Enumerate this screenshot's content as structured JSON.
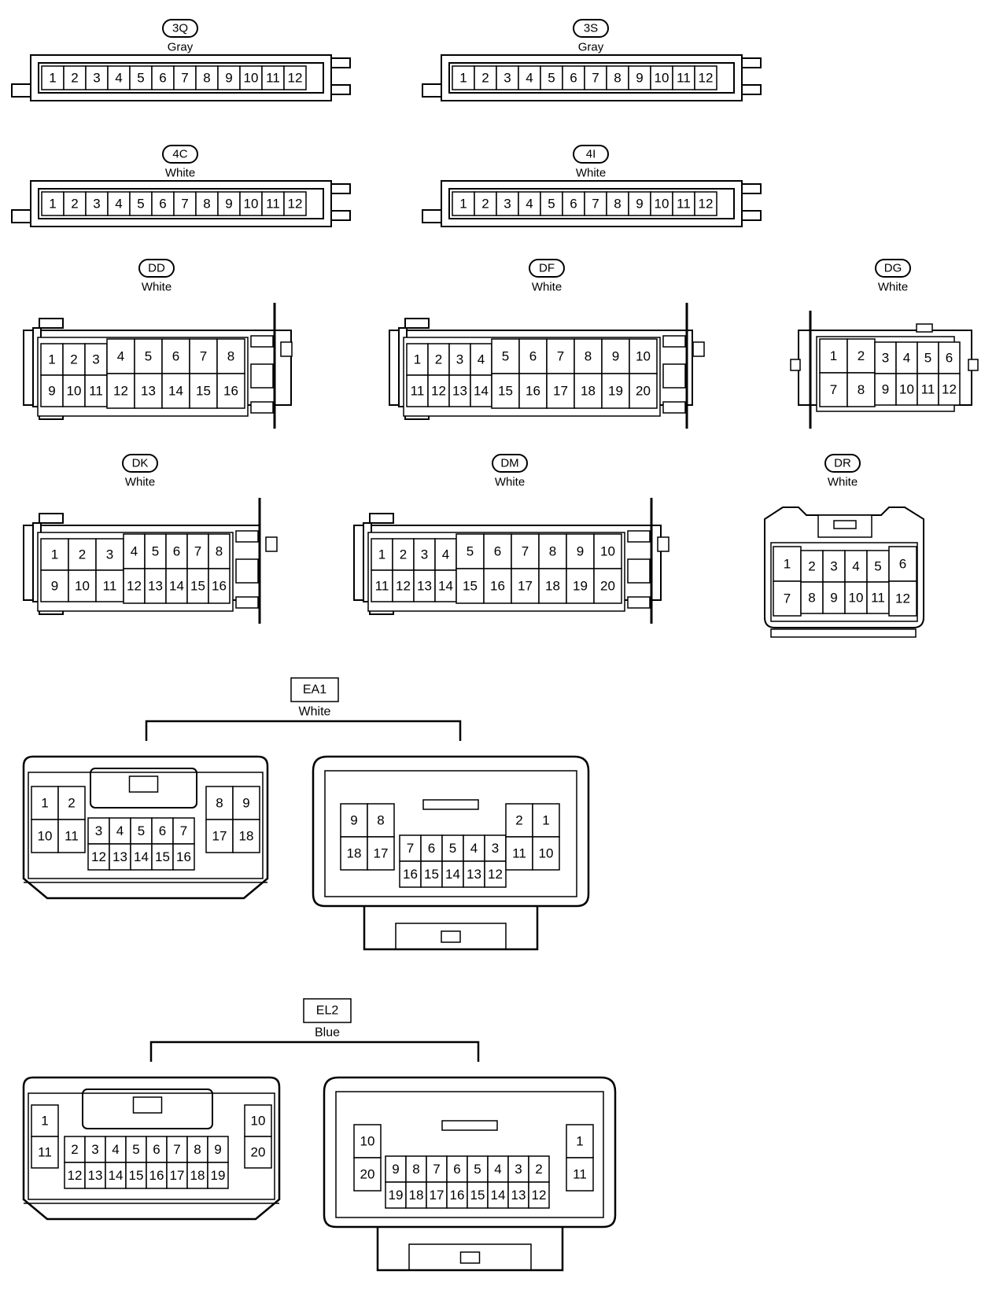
{
  "connectors": [
    {
      "id": "3Q",
      "color": "Gray",
      "rows": [
        [
          "1",
          "2",
          "3",
          "4",
          "5",
          "6",
          "7",
          "8",
          "9",
          "10",
          "11",
          "12"
        ]
      ]
    },
    {
      "id": "3S",
      "color": "Gray",
      "rows": [
        [
          "1",
          "2",
          "3",
          "4",
          "5",
          "6",
          "7",
          "8",
          "9",
          "10",
          "11",
          "12"
        ]
      ]
    },
    {
      "id": "4C",
      "color": "White",
      "rows": [
        [
          "1",
          "2",
          "3",
          "4",
          "5",
          "6",
          "7",
          "8",
          "9",
          "10",
          "11",
          "12"
        ]
      ]
    },
    {
      "id": "4I",
      "color": "White",
      "rows": [
        [
          "1",
          "2",
          "3",
          "4",
          "5",
          "6",
          "7",
          "8",
          "9",
          "10",
          "11",
          "12"
        ]
      ]
    },
    {
      "id": "DD",
      "color": "White",
      "rows": [
        [
          "1",
          "2",
          "3",
          "4",
          "5",
          "6",
          "7",
          "8"
        ],
        [
          "9",
          "10",
          "11",
          "12",
          "13",
          "14",
          "15",
          "16"
        ]
      ]
    },
    {
      "id": "DF",
      "color": "White",
      "rows": [
        [
          "1",
          "2",
          "3",
          "4",
          "5",
          "6",
          "7",
          "8",
          "9",
          "10"
        ],
        [
          "11",
          "12",
          "13",
          "14",
          "15",
          "16",
          "17",
          "18",
          "19",
          "20"
        ]
      ]
    },
    {
      "id": "DG",
      "color": "White",
      "rows": [
        [
          "1",
          "2",
          "3",
          "4",
          "5",
          "6"
        ],
        [
          "7",
          "8",
          "9",
          "10",
          "11",
          "12"
        ]
      ]
    },
    {
      "id": "DK",
      "color": "White",
      "rows": [
        [
          "1",
          "2",
          "3",
          "4",
          "5",
          "6",
          "7",
          "8"
        ],
        [
          "9",
          "10",
          "11",
          "12",
          "13",
          "14",
          "15",
          "16"
        ]
      ]
    },
    {
      "id": "DM",
      "color": "White",
      "rows": [
        [
          "1",
          "2",
          "3",
          "4",
          "5",
          "6",
          "7",
          "8",
          "9",
          "10"
        ],
        [
          "11",
          "12",
          "13",
          "14",
          "15",
          "16",
          "17",
          "18",
          "19",
          "20"
        ]
      ]
    },
    {
      "id": "DR",
      "color": "White",
      "rows": [
        [
          "1",
          "2",
          "3",
          "4",
          "5",
          "6"
        ],
        [
          "7",
          "8",
          "9",
          "10",
          "11",
          "12"
        ]
      ]
    },
    {
      "id": "EA1",
      "color": "White",
      "male": {
        "left": [
          [
            "1",
            "2"
          ],
          [
            "10",
            "11"
          ]
        ],
        "center": [
          [
            "3",
            "4",
            "5",
            "6",
            "7"
          ],
          [
            "12",
            "13",
            "14",
            "15",
            "16"
          ]
        ],
        "right": [
          [
            "8",
            "9"
          ],
          [
            "17",
            "18"
          ]
        ]
      },
      "female": {
        "left": [
          [
            "9",
            "8"
          ],
          [
            "18",
            "17"
          ]
        ],
        "center": [
          [
            "7",
            "6",
            "5",
            "4",
            "3"
          ],
          [
            "16",
            "15",
            "14",
            "13",
            "12"
          ]
        ],
        "right": [
          [
            "2",
            "1"
          ],
          [
            "11",
            "10"
          ]
        ]
      }
    },
    {
      "id": "EL2",
      "color": "Blue",
      "male": {
        "left": [
          [
            "1"
          ],
          [
            "11"
          ]
        ],
        "center": [
          [
            "2",
            "3",
            "4",
            "5",
            "6",
            "7",
            "8",
            "9"
          ],
          [
            "12",
            "13",
            "14",
            "15",
            "16",
            "17",
            "18",
            "19"
          ]
        ],
        "right": [
          [
            "10"
          ],
          [
            "20"
          ]
        ]
      },
      "female": {
        "left": [
          [
            "10"
          ],
          [
            "20"
          ]
        ],
        "center": [
          [
            "9",
            "8",
            "7",
            "6",
            "5",
            "4",
            "3",
            "2"
          ],
          [
            "19",
            "18",
            "17",
            "16",
            "15",
            "14",
            "13",
            "12"
          ]
        ],
        "right": [
          [
            "1"
          ],
          [
            "11"
          ]
        ]
      }
    }
  ]
}
